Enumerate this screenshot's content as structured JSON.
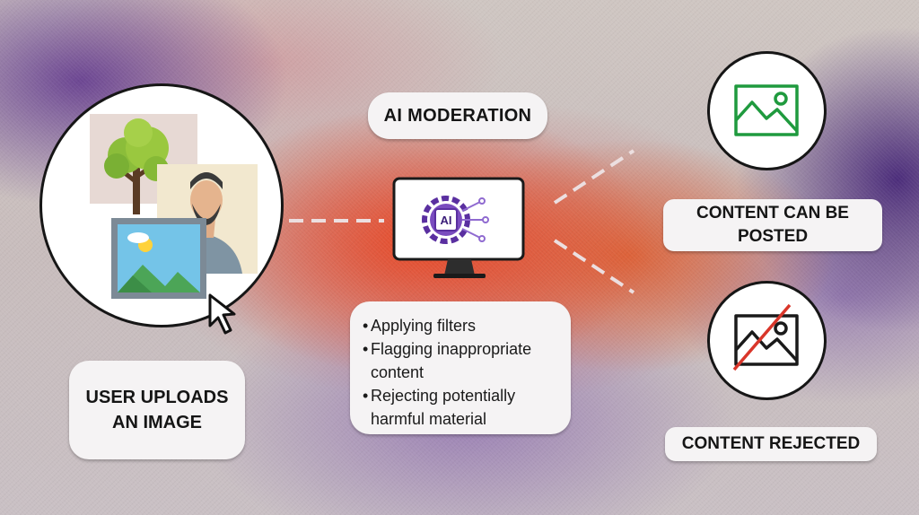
{
  "steps": {
    "upload": {
      "label": "USER UPLOADS AN IMAGE"
    },
    "moderation": {
      "label": "AI MODERATION",
      "monitor_badge": "AI",
      "actions": [
        "Applying filters",
        "Flagging inappropriate content",
        "Rejecting potentially harmful material"
      ]
    },
    "posted": {
      "label": "CONTENT CAN BE POSTED"
    },
    "rejected": {
      "label": "CONTENT REJECTED"
    }
  },
  "colors": {
    "approved": "#1f9a3e",
    "rejected": "#d9362a",
    "ai_purple": "#5a2fa0",
    "connector": "#ecdfe0",
    "text": "#151515"
  },
  "icons": [
    "tree-photo",
    "person-photo",
    "landscape-photo",
    "mouse-cursor",
    "monitor",
    "ai-chip-gear",
    "landscape-approved-icon",
    "landscape-rejected-icon"
  ]
}
